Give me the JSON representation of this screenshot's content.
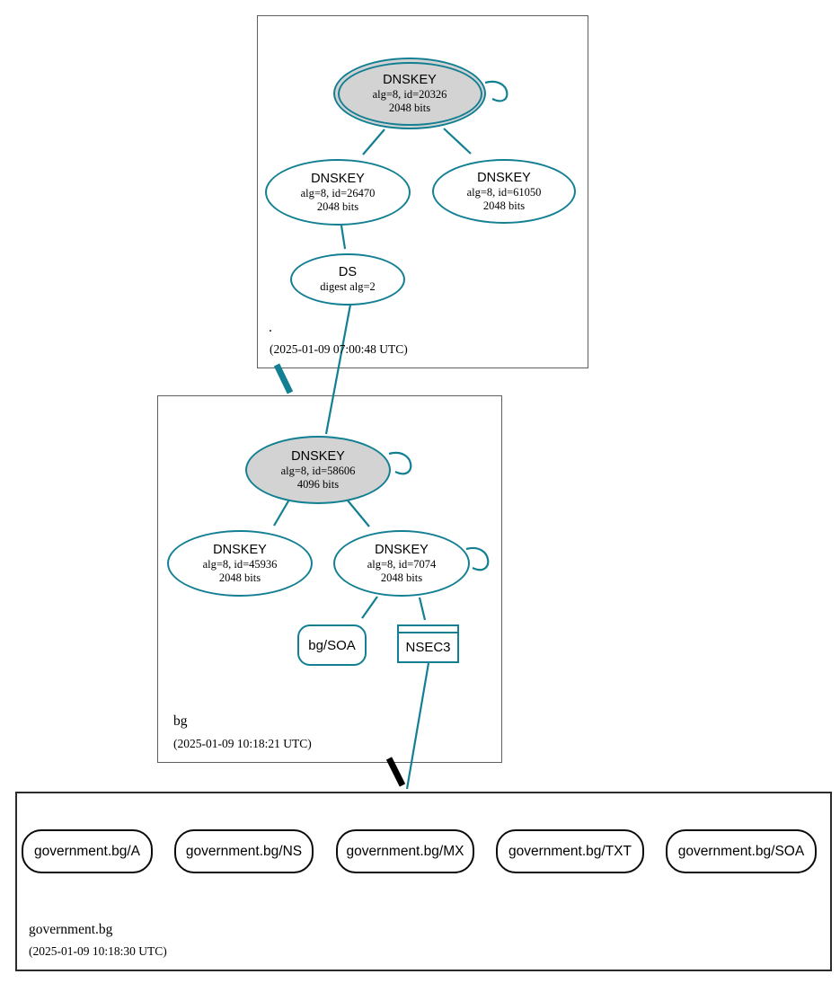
{
  "diagram": {
    "type": "dnssec-authentication-chain",
    "colors": {
      "secure_edge": "#127f93",
      "insecure_edge": "#000000",
      "highlighted_key_fill": "#d3d3d3",
      "rrset_border": "#000000"
    },
    "zones": [
      {
        "name": ".",
        "timestamp": "(2025-01-09 07:00:48 UTC)",
        "nodes": {
          "ksk": {
            "title": "DNSKEY",
            "detail": "alg=8, id=20326",
            "bits": "2048 bits"
          },
          "zsk_left": {
            "title": "DNSKEY",
            "detail": "alg=8, id=26470",
            "bits": "2048 bits"
          },
          "zsk_right": {
            "title": "DNSKEY",
            "detail": "alg=8, id=61050",
            "bits": "2048 bits"
          },
          "ds": {
            "title": "DS",
            "detail": "digest alg=2"
          }
        }
      },
      {
        "name": "bg",
        "timestamp": "(2025-01-09 10:18:21 UTC)",
        "nodes": {
          "ksk": {
            "title": "DNSKEY",
            "detail": "alg=8, id=58606",
            "bits": "4096 bits"
          },
          "zsk_left": {
            "title": "DNSKEY",
            "detail": "alg=8, id=45936",
            "bits": "2048 bits"
          },
          "zsk_right": {
            "title": "DNSKEY",
            "detail": "alg=8, id=7074",
            "bits": "2048 bits"
          },
          "soa": {
            "label": "bg/SOA"
          },
          "nsec3": {
            "label": "NSEC3"
          }
        }
      },
      {
        "name": "government.bg",
        "timestamp": "(2025-01-09 10:18:30 UTC)",
        "rrsets": [
          {
            "label": "government.bg/A"
          },
          {
            "label": "government.bg/NS"
          },
          {
            "label": "government.bg/MX"
          },
          {
            "label": "government.bg/TXT"
          },
          {
            "label": "government.bg/SOA"
          }
        ]
      }
    ]
  }
}
